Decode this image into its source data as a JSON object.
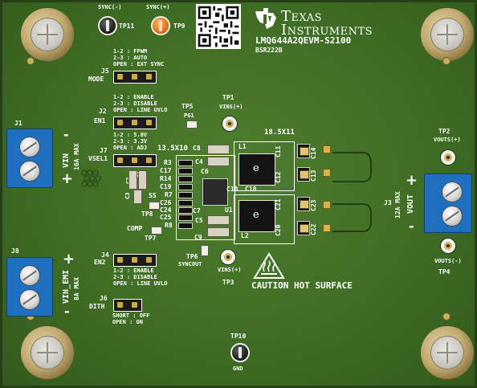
{
  "board": {
    "brand_line1": "Texas",
    "brand_line2": "Instruments",
    "model": "LMQ644A2QEVM-S2100",
    "assembly": "BSR222B",
    "caution": "CAUTION HOT SURFACE"
  },
  "test_points": {
    "sync_minus": "SYNC(-)",
    "sync_plus": "SYNC(+)",
    "tp11": "TP11",
    "tp9": "TP9",
    "tp1": "TP1",
    "vins_top": "VINS(+)",
    "tp5": "TP5",
    "pg1": "PG1",
    "tp2": "TP2",
    "vouts_plus": "VOUTS(+)",
    "tp8": "TP8",
    "ss": "SS",
    "comp": "COMP",
    "tp7": "TP7",
    "tp6": "TP6",
    "syncout": "SYNCOUT",
    "vins_bottom": "VINS(+)",
    "tp3": "TP3",
    "vouts_minus": "VOUTS(-)",
    "tp4": "TP4",
    "tp10": "TP10",
    "gnd": "GND"
  },
  "jumpers": {
    "j5_opt1": "1-2 : FPWM",
    "j5_opt2": "2-3 : AUTO",
    "j5_opt3": "OPEN : EXT SYNC",
    "j5_ref": "J5",
    "j5_name": "MODE",
    "j2_opt1": "1-2 : ENABLE",
    "j2_opt2": "2-3 : DISABLE",
    "j2_opt3": "OPEN : LINE UVLO",
    "j2_ref": "J2",
    "j2_name": "EN1",
    "j7_opt1": "1-2 : 5.0V",
    "j7_opt2": "2-3 : 3.3V",
    "j7_opt3": "OPEN : ADJ",
    "j7_ref": "J7",
    "j7_name": "VSEL1",
    "j4_ref": "J4",
    "j4_name": "EN2",
    "j4_opt1": "1-2 : ENABLE",
    "j4_opt2": "2-3 : DISABLE",
    "j4_opt3": "OPEN : LINE UVLO",
    "j6_ref": "J6",
    "j6_name": "DITH",
    "j6_opt1": "SHORT : OFF",
    "j6_opt2": "OPEN : ON"
  },
  "connectors": {
    "j1_ref": "J1",
    "j1_label": "VIN",
    "j1_rating": "16A MAX",
    "j8_ref": "J8",
    "j8_label": "VIN_EMI",
    "j8_rating": "8A MAX",
    "j3_ref": "J3",
    "j3_label": "VOUT",
    "j3_rating": "12A MAX",
    "plus": "+",
    "minus": "-"
  },
  "components": {
    "dim_left": "13.5X10",
    "dim_right": "18.5X11",
    "l1": "L1",
    "l2": "L2",
    "u1": "U1",
    "c11": "C11",
    "c14": "C14",
    "c12": "C12",
    "c13": "C13",
    "c21": "C21",
    "c23": "C23",
    "c20": "C20",
    "c22": "C22",
    "c8": "C8",
    "c4": "C4",
    "c6": "C6",
    "c10": "C10",
    "c18": "C18",
    "c7": "C7",
    "c5": "C5",
    "c9": "C9",
    "c1": "C1",
    "c2": "C2",
    "c3": "C3",
    "r3": "R3",
    "c17": "C17",
    "r14": "R14",
    "c19": "C19",
    "r7": "R7",
    "c26": "C26",
    "c24": "C24",
    "c25": "C25",
    "r8": "R8"
  },
  "colors": {
    "pcb": "#3f6d24",
    "terminal": "#1e6fc0",
    "silkscreen": "#ffffff",
    "sync_tp": "#e0741a"
  }
}
